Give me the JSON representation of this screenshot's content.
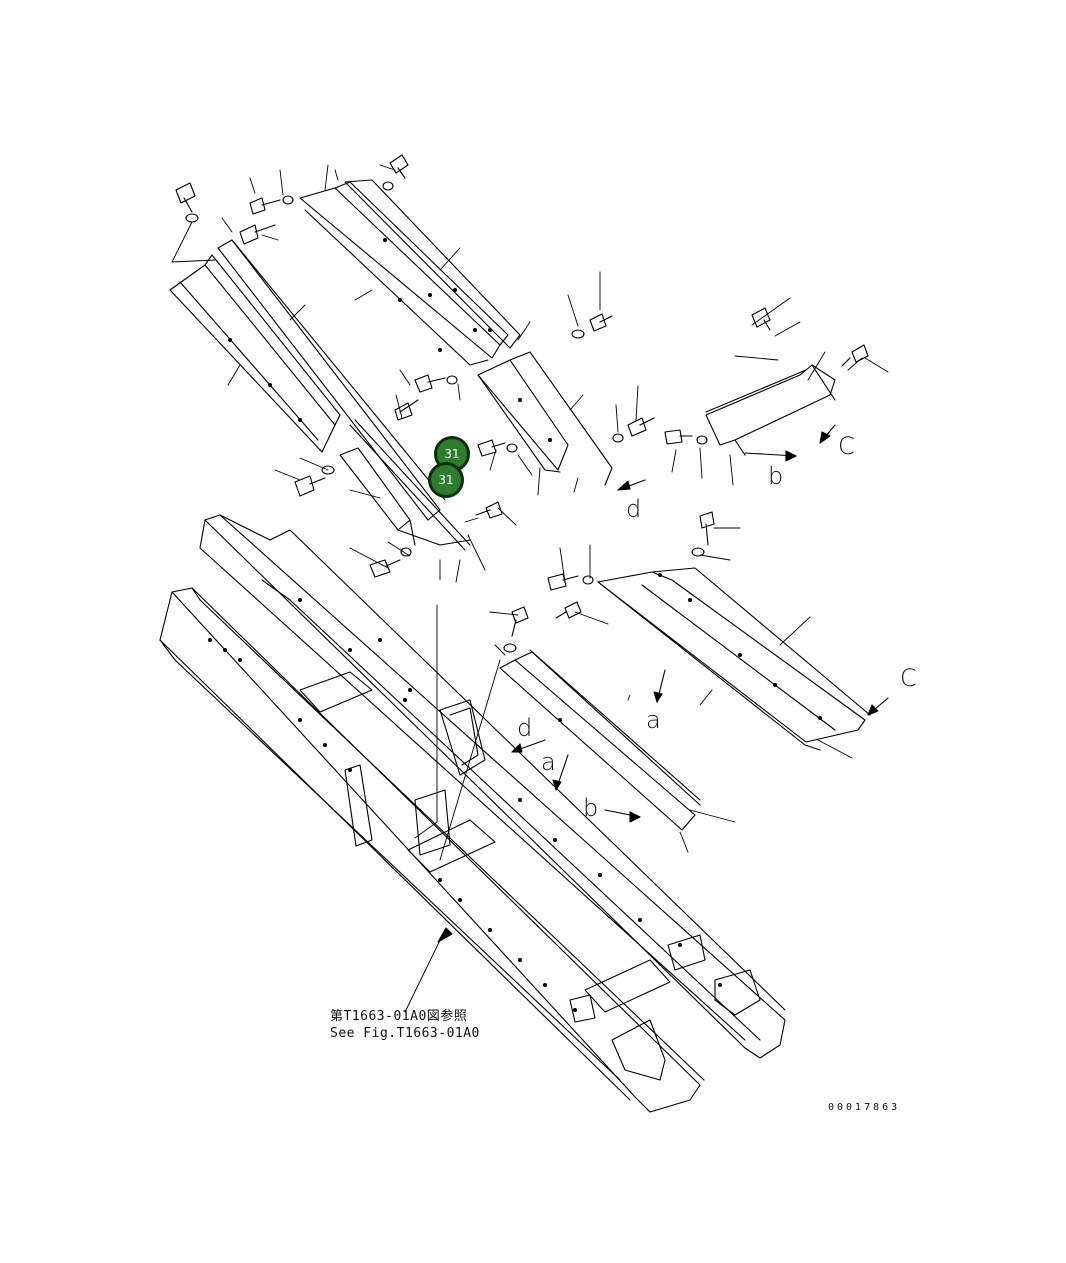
{
  "figure": {
    "drawing_number": "00017863",
    "reference_note": {
      "japanese": "第T1663-01A0図参照",
      "english": "See Fig.T1663-01A0"
    },
    "callout_letters": {
      "a1": "a",
      "a2": "a",
      "b1": "b",
      "b2": "b",
      "c1": "C",
      "c2": "C",
      "d1": "d",
      "d2": "d"
    },
    "part_badges": [
      {
        "number": "31"
      },
      {
        "number": "31"
      }
    ],
    "colors": {
      "badge_fill": "#2e7d2e",
      "badge_border": "#0b2e0b",
      "line": "#000000"
    }
  }
}
